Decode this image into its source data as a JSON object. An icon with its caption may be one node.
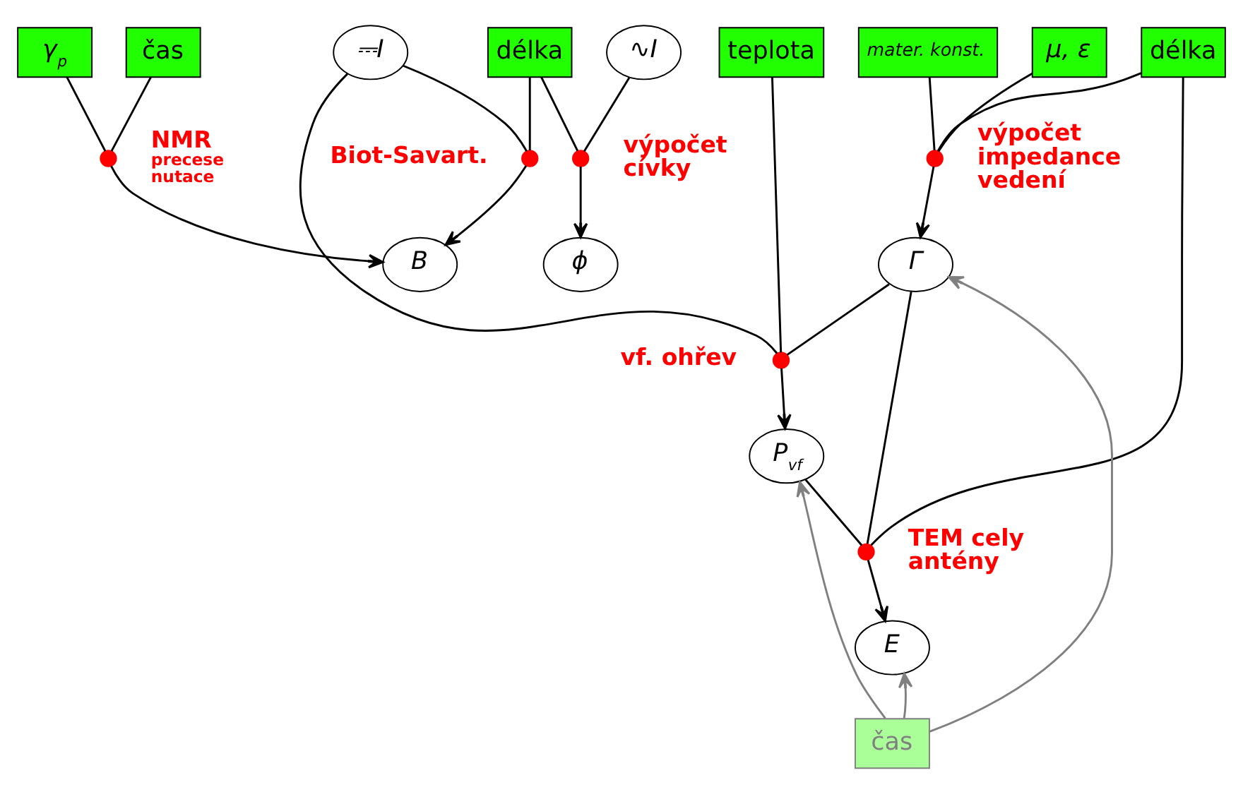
{
  "diagram": {
    "nodes": [
      {
        "text": [
          "čas"
        ]
      },
      {
        "text": [
          "γ$_{p}$"
        ]
      },
      {
        "text": [
          "délka"
        ]
      },
      {
        "text": [
          "teplota"
        ]
      },
      {
        "text": [
          "délka"
        ]
      },
      {
        "text": [
          "μ, ε"
        ]
      },
      {
        "text": [
          "mater. konst."
        ]
      },
      {
        "text": [
          "⎓I"
        ]
      },
      {
        "text": [
          "∿I"
        ]
      },
      {
        "text": [
          "P$_{vf}$"
        ]
      },
      {
        "text": [
          "Γ"
        ]
      },
      {
        "text": [
          "E"
        ]
      },
      {
        "text": [
          "B"
        ]
      },
      {
        "text": [
          "ϕ"
        ]
      },
      {
        "text": [
          "čas"
        ]
      },
      {
        "text": [],
        "shape": "circle",
        "beside": [
          "NMR",
          "precese nutace"
        ]
      },
      {
        "text": [],
        "shape": "circle",
        "beside": [
          "Biot-Savart."
        ]
      },
      {
        "text": [],
        "shape": "circle",
        "beside": [
          "výpočet cívky"
        ]
      },
      {
        "text": [],
        "shape": "circle",
        "beside": [
          "vf. ohřev"
        ]
      },
      {
        "text": [],
        "shape": "circle",
        "beside": [
          "výpočet impedance vedení"
        ]
      },
      {
        "text": [],
        "shape": "circle",
        "beside": [
          "TEM cely antény"
        ]
      }
    ],
    "edges": [
      {
        "from": 0,
        "to": 15,
        "arrow": "none"
      },
      {
        "from": 1,
        "to": 15,
        "arrow": "none"
      },
      {
        "from": 15,
        "to": 12,
        "arrow": "to"
      },
      {
        "from": 2,
        "to": 16,
        "arrow": "none"
      },
      {
        "from": 7,
        "to": 16,
        "arrow": "none"
      },
      {
        "from": 16,
        "to": 12,
        "arrow": "to"
      },
      {
        "from": 2,
        "to": 17,
        "arrow": "none"
      },
      {
        "from": 8,
        "to": 17,
        "arrow": "none"
      },
      {
        "from": 17,
        "to": 13,
        "arrow": "to"
      },
      {
        "from": 7,
        "to": 18,
        "arrow": "none"
      },
      {
        "from": 3,
        "to": 18,
        "arrow": "none"
      },
      {
        "from": 10,
        "to": 18,
        "arrow": "none"
      },
      {
        "from": 18,
        "to": 9,
        "arrow": "to"
      },
      {
        "from": 4,
        "to": 19,
        "arrow": "none"
      },
      {
        "from": 5,
        "to": 19,
        "arrow": "none"
      },
      {
        "from": 6,
        "to": 19,
        "arrow": "none"
      },
      {
        "from": 19,
        "to": 10,
        "arrow": "to"
      },
      {
        "from": 4,
        "to": 20,
        "arrow": "none"
      },
      {
        "from": 9,
        "to": 20,
        "arrow": "none"
      },
      {
        "from": 10,
        "to": 20,
        "arrow": "none"
      },
      {
        "from": 20,
        "to": 11,
        "arrow": "to"
      },
      {
        "from": 14,
        "to": 9,
        "arrow": "to",
        "color": "#808080"
      },
      {
        "from": 14,
        "to": 11,
        "arrow": "to",
        "color": "#808080"
      },
      {
        "from": 14,
        "to": 10,
        "arrow": "to",
        "color": "#808080"
      }
    ]
  }
}
